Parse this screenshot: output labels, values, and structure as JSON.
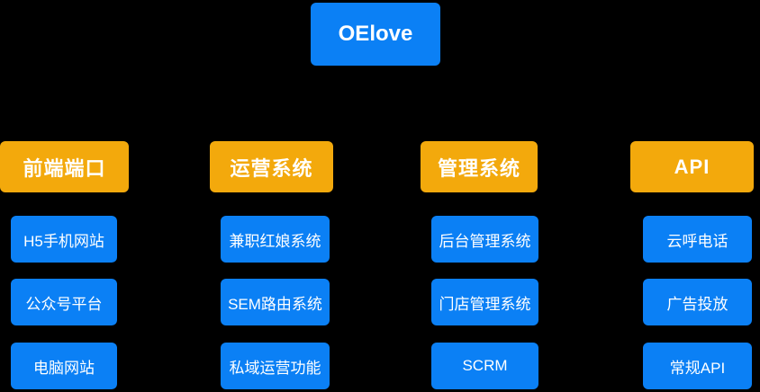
{
  "theme": {
    "background": "#000000",
    "node_blue": "#0B80F5",
    "header_orange": "#F3A90C",
    "text_color": "#FFFFFF"
  },
  "root": {
    "label": "OElove"
  },
  "columns": [
    {
      "header": "前端端口",
      "items": [
        "H5手机网站",
        "公众号平台",
        "电脑网站"
      ]
    },
    {
      "header": "运营系统",
      "items": [
        "兼职红娘系统",
        "SEM路由系统",
        "私域运营功能"
      ]
    },
    {
      "header": "管理系统",
      "items": [
        "后台管理系统",
        "门店管理系统",
        "SCRM"
      ]
    },
    {
      "header": "API",
      "items": [
        "云呼电话",
        "广告投放",
        "常规API"
      ]
    }
  ]
}
